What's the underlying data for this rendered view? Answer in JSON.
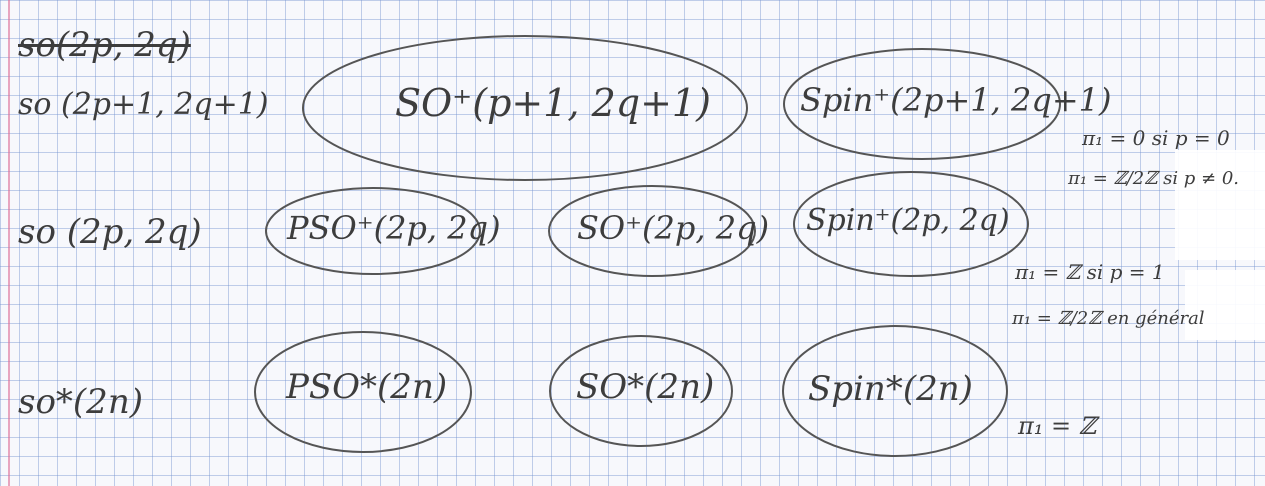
{
  "rows": {
    "top": {
      "labels": [
        "so(2p, 2q)",
        "so (2p+1, 2q+1)"
      ],
      "groups": [
        "SO⁺(p+1, 2q+1)",
        "Spin⁺(2p+1, 2q+1)"
      ]
    },
    "middle": {
      "label": "so (2p, 2q)",
      "groups": [
        "PSO⁺(2p, 2q)",
        "SO⁺(2p, 2q)",
        "Spin⁺(2p, 2q)"
      ]
    },
    "bottom": {
      "label": "so*(2n)",
      "groups": [
        "PSO*(2n)",
        "SO*(2n)",
        "Spin*(2n)"
      ]
    }
  },
  "notes": {
    "top": [
      "π₁ = 0 si p = 0",
      "π₁ = ℤ/2ℤ si p ≠ 0."
    ],
    "middle": [
      "π₁ = ℤ si p = 1",
      "π₁ = ℤ/2ℤ en général"
    ],
    "bottom": [
      "π₁ = ℤ"
    ]
  },
  "colors": {
    "ink": "#3d3d3d",
    "grid": "#7896d2",
    "margin": "#dc6e96",
    "paper": "#f7f8fc"
  }
}
